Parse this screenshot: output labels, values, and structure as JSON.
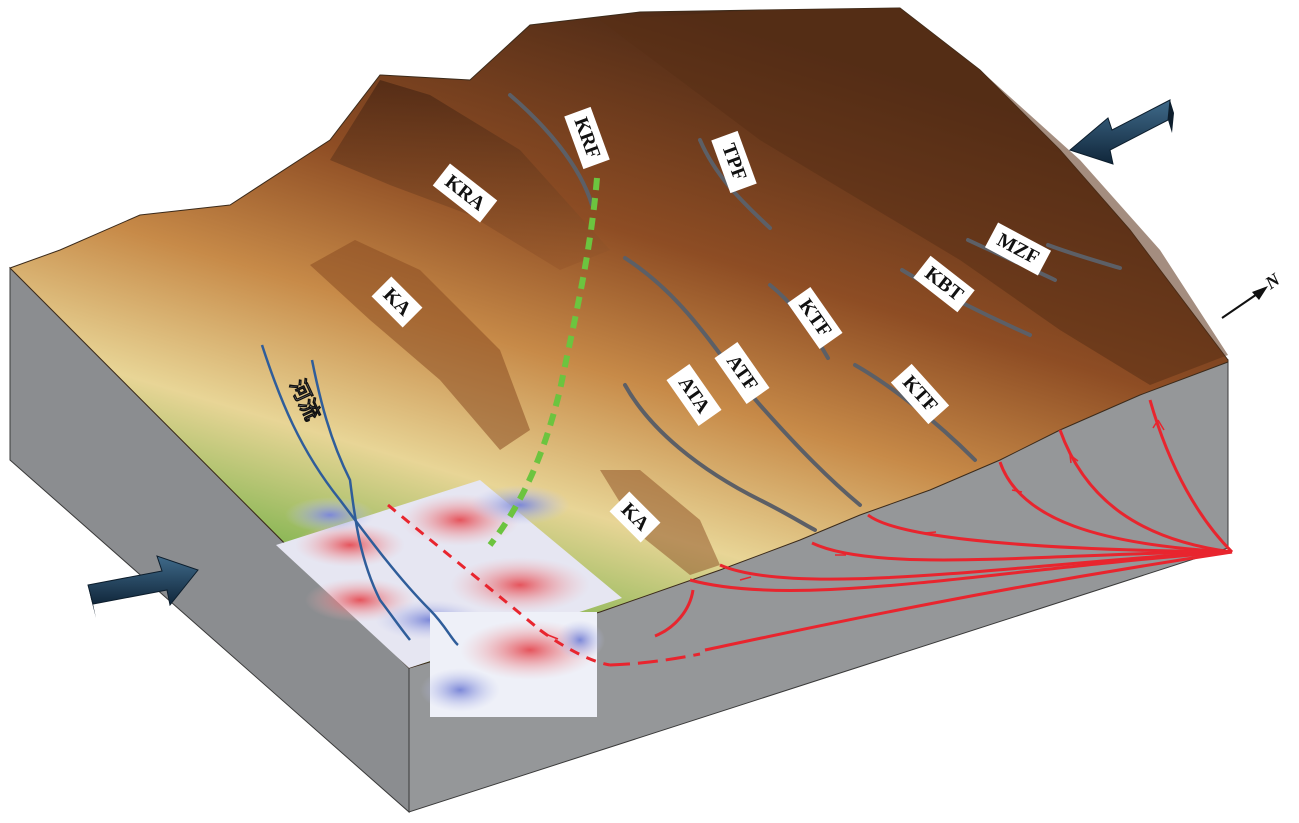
{
  "labels": {
    "krf": "KRF",
    "tpf": "TPF",
    "kra": "KRA",
    "mzf": "MZF",
    "kbt": "KBT",
    "ka_upper": "KA",
    "ktf_upper": "KTF",
    "atf": "ATF",
    "ata": "ATA",
    "ktf_lower": "KTF",
    "river": "河流",
    "ka_lower": "KA"
  },
  "compass": {
    "north": "N"
  },
  "colors": {
    "fault_gray": "#5c5f66",
    "section_red": "#e8252e",
    "river_blue": "#2f5d9a",
    "inferred_fault_green": "#6cc43f",
    "block_side": "#939598",
    "arrow": "#1f3d57"
  },
  "icons": {
    "compression_arrow_left": "compression-arrow-icon",
    "compression_arrow_right": "compression-arrow-icon",
    "north_arrow": "north-arrow-icon"
  }
}
